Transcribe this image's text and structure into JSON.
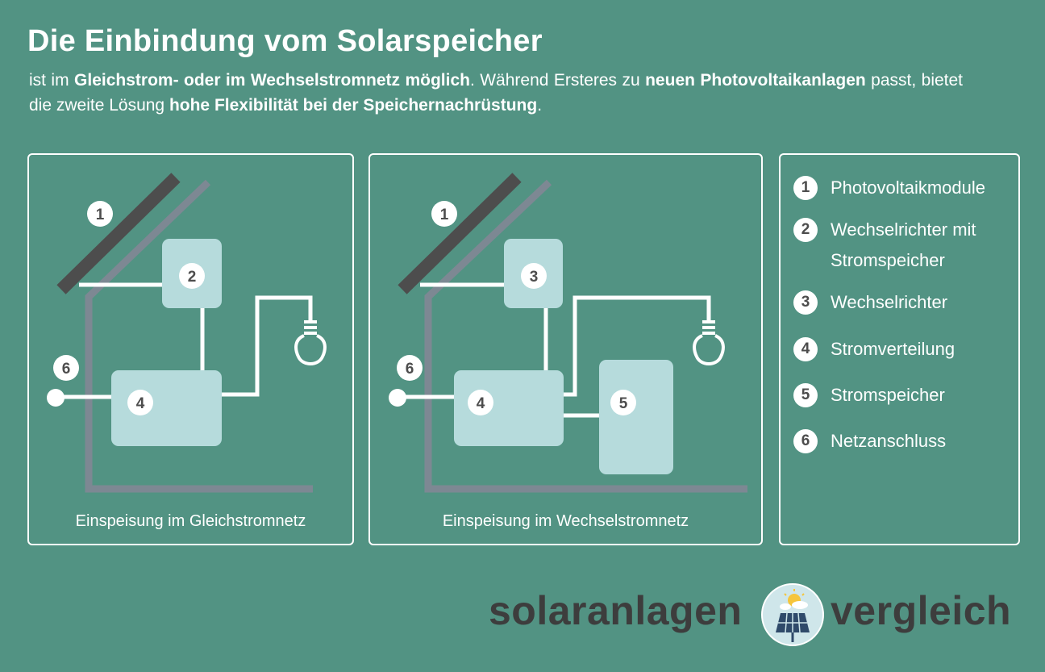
{
  "header": {
    "title": "Die Einbindung vom Solarspeicher",
    "intro_parts": [
      {
        "text": "ist im ",
        "bold": false
      },
      {
        "text": "Gleichstrom- oder im Wechselstromnetz möglich",
        "bold": true
      },
      {
        "text": ". Während Ersteres zu ",
        "bold": false
      },
      {
        "text": "neuen Photovoltaikanlagen",
        "bold": true
      },
      {
        "text": " passt, bietet die zweite Lösung ",
        "bold": false
      },
      {
        "text": "hohe Flexibilität bei der Speichernachrüstung",
        "bold": true
      },
      {
        "text": ".",
        "bold": false
      }
    ]
  },
  "panel_dc": {
    "caption": "Einspeisung im Gleichstromnetz",
    "labels": {
      "pv": "1",
      "inverter": "2",
      "distribution": "4",
      "grid": "6"
    }
  },
  "panel_ac": {
    "caption": "Einspeisung im Wechselstromnetz",
    "labels": {
      "pv": "1",
      "inverter": "3",
      "distribution": "4",
      "storage": "5",
      "grid": "6"
    }
  },
  "legend": [
    {
      "num": "1",
      "label": "Photovoltaikmodule"
    },
    {
      "num": "2",
      "label": "Wechselrichter mit Stromspeicher"
    },
    {
      "num": "3",
      "label": "Wechselrichter"
    },
    {
      "num": "4",
      "label": "Stromverteilung"
    },
    {
      "num": "5",
      "label": "Stromspeicher"
    },
    {
      "num": "6",
      "label": "Netzanschluss"
    }
  ],
  "brand": {
    "left": "solaranlagen",
    "right": "vergleich"
  },
  "colors": {
    "background": "#529383",
    "box_fill": "#b6dbdc",
    "house_outline": "#7d8893",
    "panel_dark": "#4d4d4d",
    "line": "#ffffff"
  }
}
